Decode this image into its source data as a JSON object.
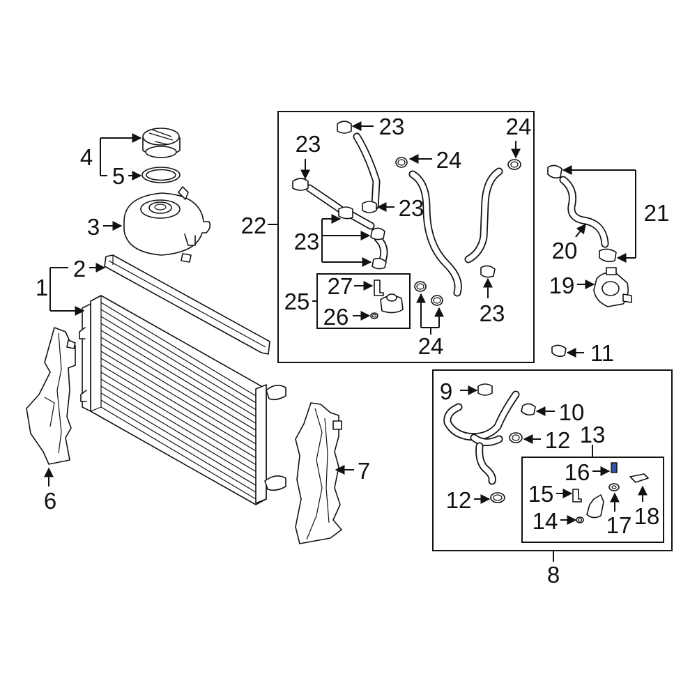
{
  "diagram": {
    "callouts": [
      {
        "id": "c1",
        "text": "1"
      },
      {
        "id": "c2",
        "text": "2"
      },
      {
        "id": "c3",
        "text": "3"
      },
      {
        "id": "c4",
        "text": "4"
      },
      {
        "id": "c5",
        "text": "5"
      },
      {
        "id": "c6",
        "text": "6"
      },
      {
        "id": "c7",
        "text": "7"
      },
      {
        "id": "c8",
        "text": "8"
      },
      {
        "id": "c9",
        "text": "9"
      },
      {
        "id": "c10",
        "text": "10"
      },
      {
        "id": "c11",
        "text": "11"
      },
      {
        "id": "c12a",
        "text": "12"
      },
      {
        "id": "c12b",
        "text": "12"
      },
      {
        "id": "c13",
        "text": "13"
      },
      {
        "id": "c14",
        "text": "14"
      },
      {
        "id": "c15",
        "text": "15"
      },
      {
        "id": "c16",
        "text": "16"
      },
      {
        "id": "c17",
        "text": "17"
      },
      {
        "id": "c18",
        "text": "18"
      },
      {
        "id": "c19",
        "text": "19"
      },
      {
        "id": "c20",
        "text": "20"
      },
      {
        "id": "c21",
        "text": "21"
      },
      {
        "id": "c22",
        "text": "22"
      },
      {
        "id": "c23a",
        "text": "23"
      },
      {
        "id": "c23b",
        "text": "23"
      },
      {
        "id": "c23c",
        "text": "23"
      },
      {
        "id": "c23d",
        "text": "23"
      },
      {
        "id": "c23e",
        "text": "23"
      },
      {
        "id": "c24a",
        "text": "24"
      },
      {
        "id": "c24b",
        "text": "24"
      },
      {
        "id": "c24c",
        "text": "24"
      },
      {
        "id": "c25",
        "text": "25"
      },
      {
        "id": "c26",
        "text": "26"
      },
      {
        "id": "c27",
        "text": "27"
      }
    ],
    "colors": {
      "line": "#111111",
      "background": "#ffffff",
      "highlight": "#2f55a4"
    }
  }
}
